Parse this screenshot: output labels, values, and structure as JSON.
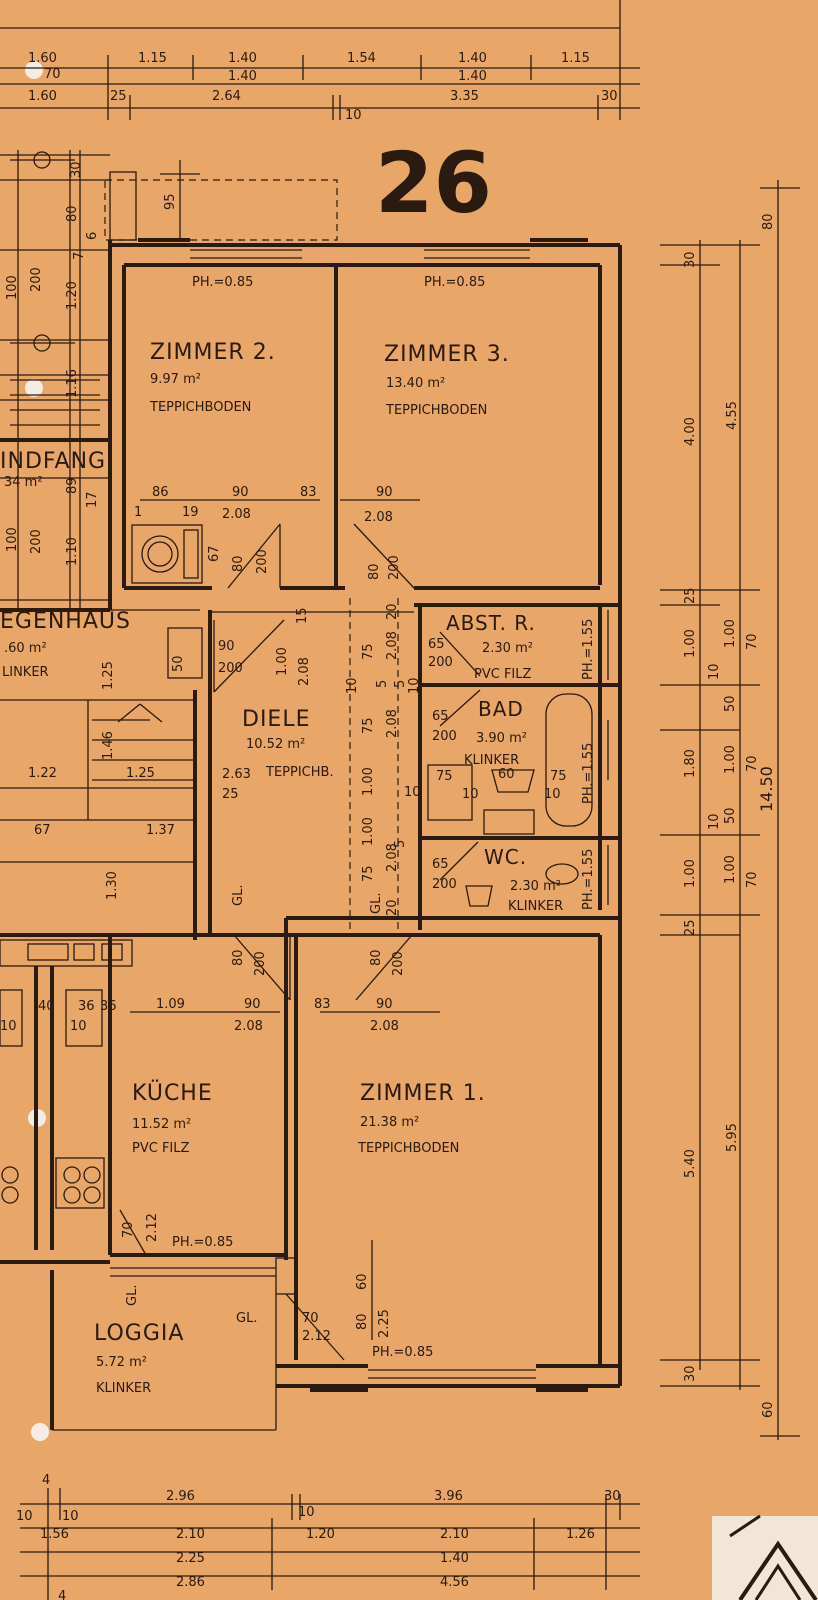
{
  "sheet_number": "26",
  "rooms": {
    "zimmer2": {
      "name": "ZIMMER 2.",
      "area": "9.97 m²",
      "floor": "TEPPICHBODEN",
      "ph": "PH.=0.85"
    },
    "zimmer3": {
      "name": "ZIMMER 3.",
      "area": "13.40 m²",
      "floor": "TEPPICHBODEN",
      "ph": "PH.=0.85"
    },
    "abst": {
      "name": "ABST. R.",
      "area": "2.30 m²",
      "floor": "PVC FILZ",
      "ph": "PH.=1.55"
    },
    "bad": {
      "name": "BAD",
      "area": "3.90 m²",
      "floor": "KLINKER",
      "ph": "PH.=1.55"
    },
    "wc": {
      "name": "WC.",
      "area": "2.30 m²",
      "floor": "KLINKER",
      "ph": "PH.=1.55"
    },
    "diele": {
      "name": "DIELE",
      "area": "10.52 m²",
      "floor": "TEPPICHB."
    },
    "kueche": {
      "name": "KÜCHE",
      "area": "11.52 m²",
      "floor": "PVC FILZ",
      "ph": "PH.=0.85"
    },
    "zimmer1": {
      "name": "ZIMMER 1.",
      "area": "21.38 m²",
      "floor": "TEPPICHBODEN",
      "ph": "PH.=0.85"
    },
    "loggia": {
      "name": "LOGGIA",
      "area": "5.72 m²",
      "floor": "KLINKER"
    },
    "windfang": {
      "name": "INDFANG",
      "area": "34 m²"
    },
    "stiegenhaus": {
      "name": "EGENHAUS",
      "area": ".60 m²",
      "floor": "LINKER"
    }
  },
  "dims": {
    "top1": [
      "1.60",
      "1.15",
      "1.40",
      "1.54",
      "1.40",
      "1.15"
    ],
    "top2": [
      "70",
      "1.40",
      "1.40"
    ],
    "top3": [
      "1.60",
      "25",
      "2.64",
      "3.35",
      "30",
      "10"
    ],
    "right_outer": [
      "80",
      "4.55",
      "14.50",
      "5.95",
      "60"
    ],
    "right_inner": [
      "30",
      "4.00",
      "25",
      "1.00",
      "1.00",
      "10",
      "50",
      "1.80",
      "1.00",
      "50",
      "10",
      "1.00",
      "1.00",
      "25",
      "5.40",
      "30"
    ],
    "right_small": [
      "70",
      "70",
      "70"
    ],
    "bottom1": [
      "4",
      "2.96",
      "3.96",
      "30"
    ],
    "bottom2": [
      "10",
      "10",
      "10",
      "1.56",
      "2.10",
      "1.20",
      "2.10",
      "1.26"
    ],
    "bottom3": [
      "2.25",
      "1.40"
    ],
    "bottom4": [
      "2.86",
      "4.56",
      "4"
    ],
    "left": [
      "30",
      "80",
      "95",
      "6",
      "7",
      "100",
      "200",
      "1.20",
      "1.16",
      "89",
      "17",
      "100",
      "200",
      "1.10",
      "1.25",
      "1.46",
      "1.22",
      "1.25",
      "1.37",
      "67",
      "1.30",
      "36",
      "40",
      "36",
      "10",
      "10",
      "1.09"
    ],
    "interior": [
      "86",
      "90",
      "83",
      "90",
      "1",
      "19",
      "2.08",
      "2.08",
      "67",
      "80",
      "200",
      "80",
      "200",
      "90",
      "200",
      "1.00",
      "2.08",
      "15",
      "75",
      "2.08",
      "20",
      "65",
      "200",
      "10",
      "5",
      "5",
      "10",
      "75",
      "2.08",
      "65",
      "200",
      "2.63",
      "25",
      "1.00",
      "10",
      "75",
      "60",
      "75",
      "10",
      "10",
      "1.00",
      "2.08",
      "5",
      "75",
      "65",
      "200",
      "20",
      "GL.",
      "GL.",
      "80",
      "200",
      "80",
      "200",
      "83",
      "90",
      "90",
      "2.08",
      "2.08",
      "70",
      "2.12",
      "GL.",
      "GL.",
      "70",
      "2.12",
      "60",
      "80",
      "2.25",
      "40",
      "50"
    ]
  }
}
